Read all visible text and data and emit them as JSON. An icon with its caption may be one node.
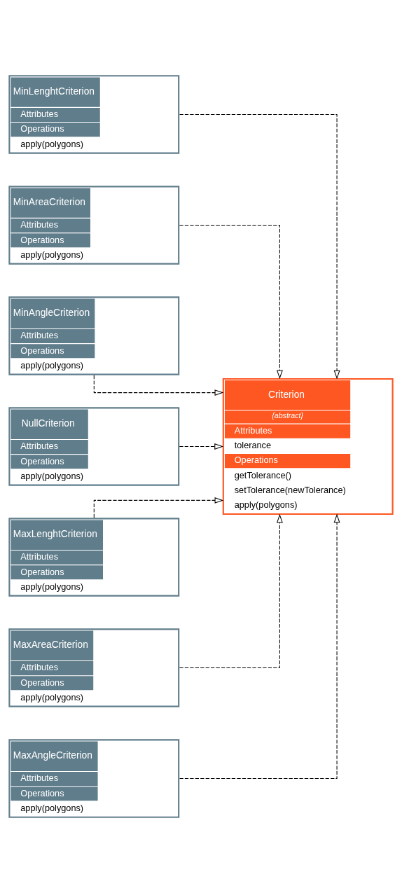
{
  "diagram": {
    "nodes": [
      {
        "text": [
          "Criterion",
          "{abstract}",
          "Attributes",
          "tolerance",
          "Operations",
          "getTolerance()",
          "setTolerance(newTolerance)",
          "apply(polygons)"
        ]
      },
      {
        "text": [
          "MinLenghtCriterion",
          "Attributes",
          "Operations",
          "apply(polygons)"
        ]
      },
      {
        "text": [
          "MinAreaCriterion",
          "Attributes",
          "Operations",
          "apply(polygons)"
        ]
      },
      {
        "text": [
          "MinAngleCriterion",
          "Attributes",
          "Operations",
          "apply(polygons)"
        ]
      },
      {
        "text": [
          "NullCriterion",
          "Attributes",
          "Operations",
          "apply(polygons)"
        ]
      },
      {
        "text": [
          "MaxLenghtCriterion",
          "Attributes",
          "Operations",
          "apply(polygons)"
        ]
      },
      {
        "text": [
          "MaxAreaCriterion",
          "Attributes",
          "Operations",
          "apply(polygons)"
        ]
      },
      {
        "text": [
          "MaxAngleCriterion",
          "Attributes",
          "Operations",
          "apply(polygons)"
        ]
      }
    ],
    "edges": [
      {
        "from": 1,
        "to": 0,
        "arrow": "to",
        "style": "dashed"
      },
      {
        "from": 2,
        "to": 0,
        "arrow": "to",
        "style": "dashed"
      },
      {
        "from": 3,
        "to": 0,
        "arrow": "to",
        "style": "dashed"
      },
      {
        "from": 4,
        "to": 0,
        "arrow": "to",
        "style": "dashed"
      },
      {
        "from": 5,
        "to": 0,
        "arrow": "to",
        "style": "dashed"
      },
      {
        "from": 6,
        "to": 0,
        "arrow": "to",
        "style": "dashed"
      },
      {
        "from": 7,
        "to": 0,
        "arrow": "to",
        "style": "dashed"
      }
    ]
  }
}
